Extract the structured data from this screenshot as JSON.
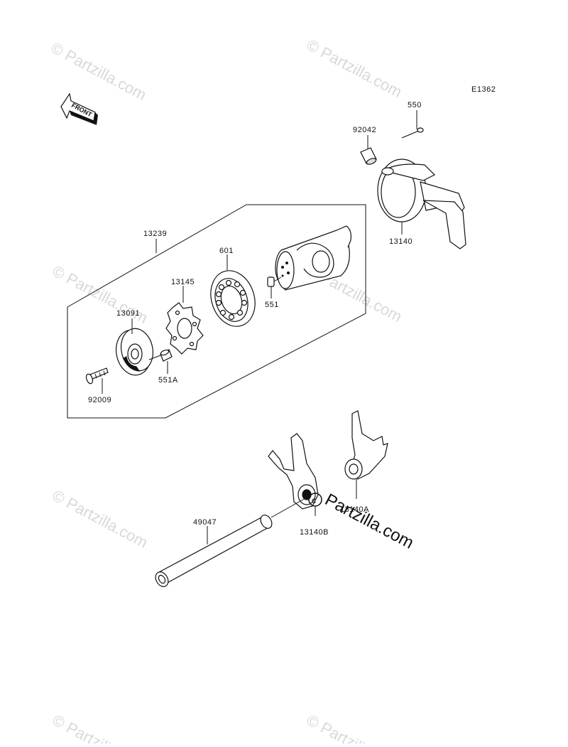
{
  "diagram": {
    "code": "E1362",
    "front_label": "FRONT",
    "watermark_text": "© Partzilla.com",
    "brand_text": "Partzilla.com",
    "labels": {
      "p550": "550",
      "p92042": "92042",
      "p13140": "13140",
      "p13239": "13239",
      "p601": "601",
      "p13145": "13145",
      "p551": "551",
      "p13091": "13091",
      "p551a": "551A",
      "p92009": "92009",
      "p49047": "49047",
      "p13140a": "13140A",
      "p13140b": "13140B"
    }
  },
  "colors": {
    "line": "#111111",
    "watermark": "#d8d8d8",
    "background": "#ffffff"
  }
}
